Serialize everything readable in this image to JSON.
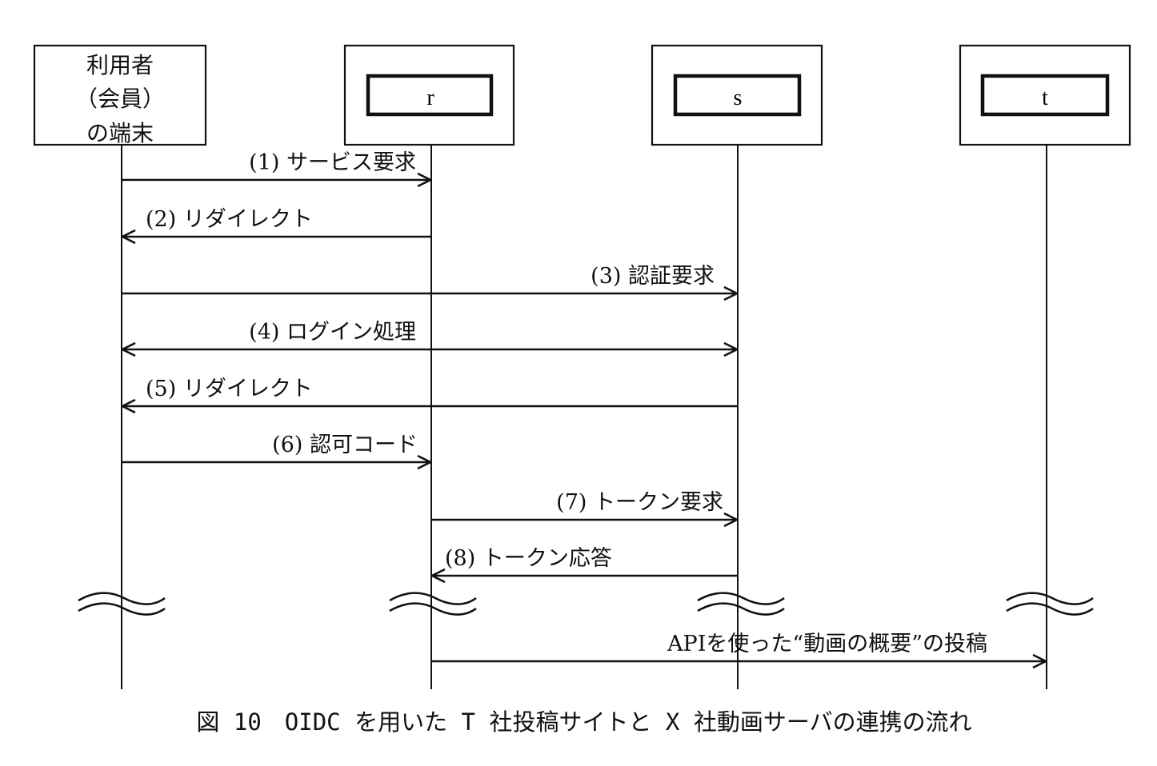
{
  "participants": [
    {
      "id": "user",
      "kind": "plain",
      "label_lines": [
        "利用者",
        "（会員）",
        "の端末"
      ]
    },
    {
      "id": "r",
      "kind": "framed",
      "label": "r"
    },
    {
      "id": "s",
      "kind": "framed",
      "label": "s"
    },
    {
      "id": "t",
      "kind": "framed",
      "label": "t"
    }
  ],
  "messages": [
    {
      "id": "m1",
      "from": "user",
      "to": "r",
      "label": "(1) サービス要求",
      "direction": "right"
    },
    {
      "id": "m2",
      "from": "r",
      "to": "user",
      "label": "(2) リダイレクト",
      "direction": "left"
    },
    {
      "id": "m3",
      "from": "user",
      "to": "s",
      "label": "(3) 認証要求",
      "direction": "right"
    },
    {
      "id": "m4",
      "from": "user",
      "to": "s",
      "label": "(4) ログイン処理",
      "direction": "both"
    },
    {
      "id": "m5",
      "from": "s",
      "to": "user",
      "label": "(5) リダイレクト",
      "direction": "left"
    },
    {
      "id": "m6",
      "from": "user",
      "to": "r",
      "label": "(6) 認可コード",
      "direction": "right"
    },
    {
      "id": "m7",
      "from": "r",
      "to": "s",
      "label": "(7) トークン要求",
      "direction": "right"
    },
    {
      "id": "m8",
      "from": "s",
      "to": "r",
      "label": "(8) トークン応答",
      "direction": "left"
    },
    {
      "id": "m9",
      "from": "r",
      "to": "t",
      "label": "APIを使った“動画の概要”の投稿",
      "direction": "right",
      "after_break": true
    }
  ],
  "caption": "図 10　OIDC を用いた T 社投稿サイトと X 社動画サーバの連携の流れ"
}
